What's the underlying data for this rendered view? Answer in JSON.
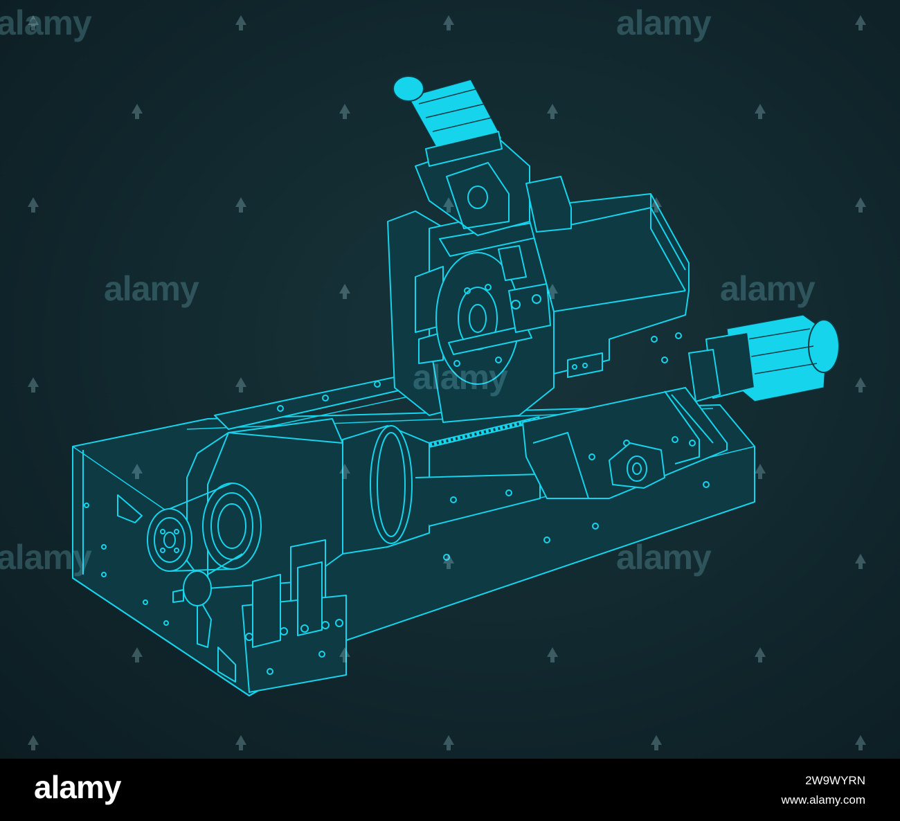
{
  "watermark": {
    "text": "alamy"
  },
  "footer": {
    "logo": "alamy",
    "image_id": "2W9WYRN",
    "url": "www.alamy.com"
  },
  "colors": {
    "line": "#16d4ec",
    "fill": "#0e3a44",
    "background": "#122a30",
    "footer": "#000000"
  }
}
